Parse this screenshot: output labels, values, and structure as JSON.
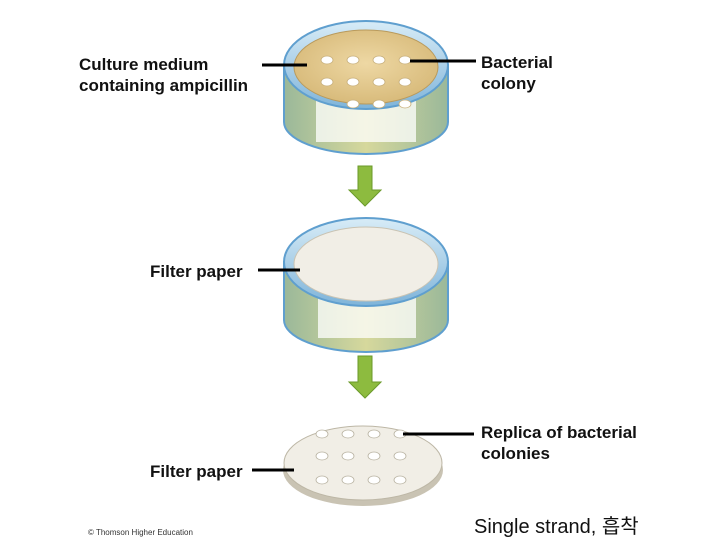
{
  "labels": {
    "culture_medium": "Culture medium\ncontaining ampicillin",
    "bacterial_colony": "Bacterial\ncolony",
    "filter_paper_1": "Filter paper",
    "filter_paper_2": "Filter paper",
    "replica": "Replica of bacterial\ncolonies",
    "caption": "Single strand, 흡착",
    "copyright": "© Thomson Higher Education"
  },
  "colors": {
    "medium": "#e3c98f",
    "dish_rim": "#a8cfe6",
    "dish_edge": "#5f9fcf",
    "dish_base": "#c9c98e",
    "filter": "#f1eee6",
    "arrow": "#8dbb3f",
    "colony": "#ffffff"
  },
  "icons": [
    "petri-dish-icon",
    "down-arrow-icon",
    "filter-disc-icon"
  ]
}
